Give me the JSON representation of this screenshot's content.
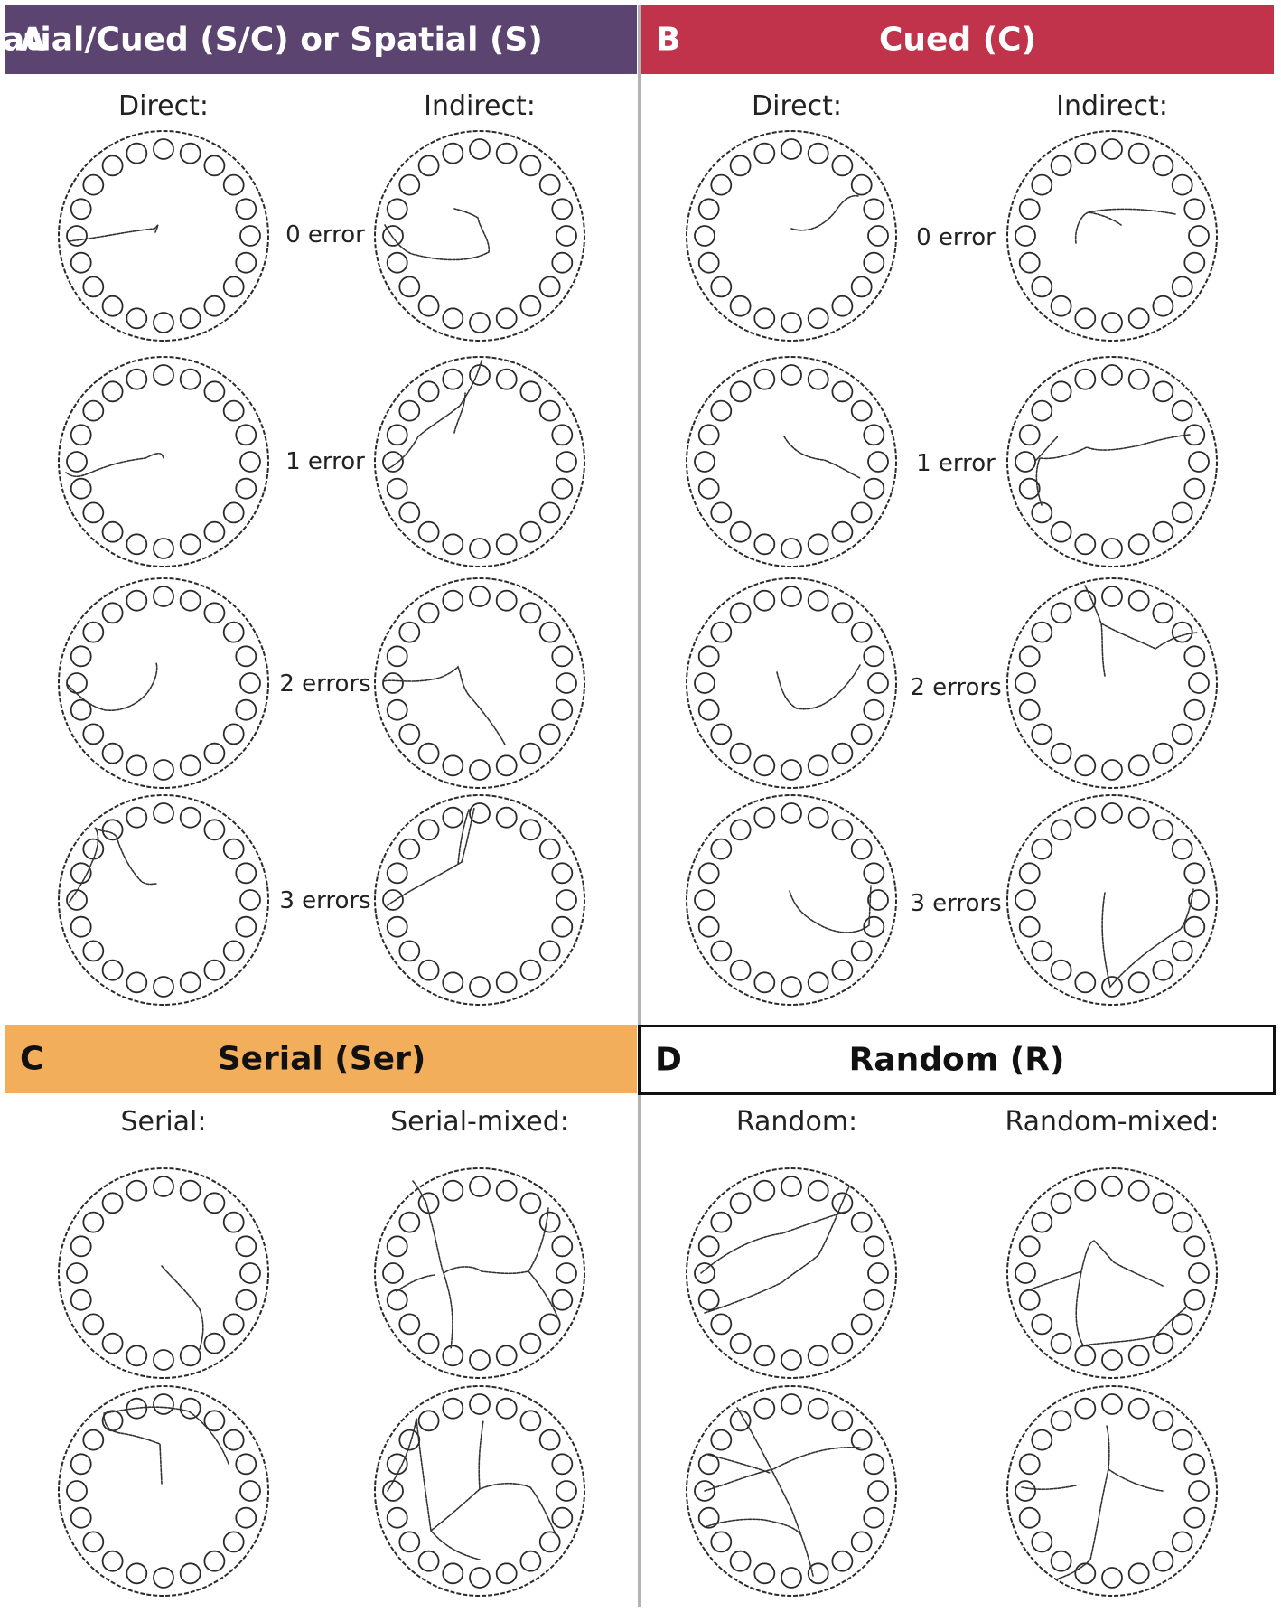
{
  "panels": {
    "A": {
      "letter": "A",
      "title": "Spatial/Cued (S/C) or Spatial (S)",
      "color": "#5b4570",
      "col1": "Direct:",
      "col2": "Indirect:"
    },
    "B": {
      "letter": "B",
      "title": "Cued (C)",
      "color": "#c0334a",
      "col1": "Direct:",
      "col2": "Indirect:"
    },
    "C": {
      "letter": "C",
      "title": "Serial (Ser)",
      "color": "#f2ae5a",
      "col1": "Serial:",
      "col2": "Serial-mixed:"
    },
    "D": {
      "letter": "D",
      "title": "Random (R)",
      "color": "#ffffff",
      "col1": "Random:",
      "col2": "Random-mixed:"
    }
  },
  "error_labels": {
    "A": [
      "0 error",
      "1 error",
      "2 errors",
      "3 errors"
    ],
    "B": [
      "0 error",
      "1 error",
      "2 errors",
      "3 errors"
    ]
  }
}
